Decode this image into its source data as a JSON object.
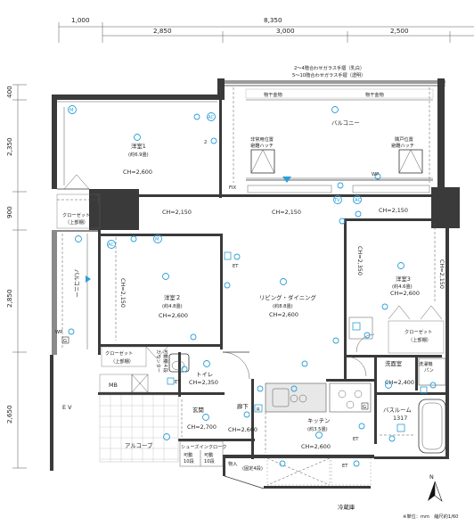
{
  "dims_top": {
    "overall_left": "1,000",
    "overall_right": "8,350",
    "seg_a": "2,850",
    "seg_b": "3,000",
    "seg_c": "2,500"
  },
  "dims_left": {
    "d1": "400",
    "d2": "2,350",
    "d3": "900",
    "d4": "2,850",
    "d5": "2,650"
  },
  "glass_note_1": "2～4階合わせガラス手摺（乳白）",
  "glass_note_2": "5～10階合わせガラス手摺（透明）",
  "rooms": {
    "western1": {
      "name": "洋室1",
      "area": "(約6.9畳)",
      "ch": "CH=2,600"
    },
    "western2": {
      "name": "洋室２",
      "area": "(約4.8畳)",
      "ch": "CH=2,600",
      "ch_side": "CH=2,150"
    },
    "western3": {
      "name": "洋室3",
      "area": "(約4.6畳)",
      "ch": "CH=2,600",
      "ch_side": "CH=2,350"
    },
    "living": {
      "name": "リビング・ダイニング",
      "area": "(約8.8畳)",
      "ch": "CH=2,600"
    },
    "kitchen": {
      "name": "キッチン",
      "area": "(約3.5畳)",
      "ch": "CH=2,600"
    },
    "bathroom": {
      "name": "バスルーム",
      "size": "1317"
    },
    "toilet": {
      "name": "トイレ",
      "ch": "CH=2,350"
    },
    "washroom": {
      "name": "洗面室",
      "ch": "CH=2,400"
    },
    "entrance": {
      "name": "玄関",
      "ch": "CH=2,700"
    },
    "hall": {
      "name": "廊下",
      "ch": "CH=2,600"
    },
    "balcony_top": {
      "name": "バルコニー"
    },
    "balcony_left": {
      "name": "バルコニー"
    }
  },
  "labels": {
    "closet_left": "クローゼット",
    "closet_left_sub": "（上部棚）",
    "closet_w2": "クローゼット",
    "closet_w2_sub": "（上部棚）",
    "closet_w3": "クローゼット",
    "closet_w3_sub": "（上部棚）",
    "counter": "カウンター",
    "counter_sub": "可動棚４段",
    "laundry": "洗濯機",
    "laundry_sub": "パン",
    "laundry_pole1": "物干金物",
    "laundry_pole2": "物干金物",
    "hatch_left": "非常用位置",
    "hatch_left_2": "避難ハッチ",
    "hatch_right": "隣戸位置",
    "hatch_right_2": "避難ハッチ",
    "fix": "FIX",
    "ch_corridor_left": "CH=2,150",
    "ch_corridor_mid": "CH=2,150",
    "ch_corridor_right": "CH=2,150",
    "ch_w3_right": "CH=2,150",
    "mb": "MB",
    "ev": "E V",
    "alcove": "アルコーブ",
    "shoe": "シューズインクローク",
    "shoe_shelf1": "可動",
    "shoe_shelf1b": "10段",
    "shoe_shelf2": "可動",
    "shoe_shelf2b": "10段",
    "storage": "物入",
    "storage_sub": "(固定4段)",
    "fridge": "冷蔵庫",
    "scale": "※単位：mm　縮尺約1/60",
    "north": "N"
  },
  "symbols": {
    "ac": "AC",
    "tv": "TV",
    "m": "M",
    "wp": "WP",
    "et": "ET",
    "e2": "2",
    "g": "G",
    "r": "R"
  }
}
